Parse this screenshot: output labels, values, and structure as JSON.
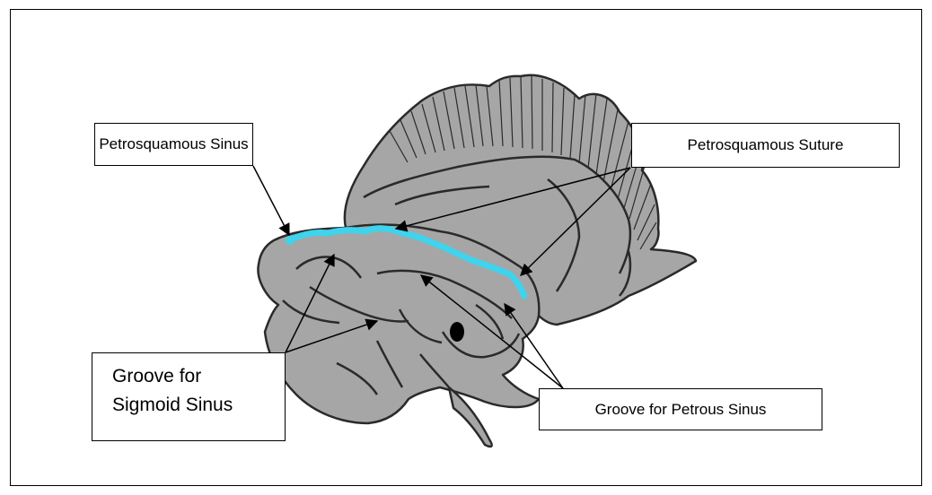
{
  "colors": {
    "bone_fill": "#a6a6a6",
    "outline": "#2a2a2a",
    "sinus_highlight": "#3fd3ee"
  },
  "labels": {
    "petrosquamous_sinus": "Petrosquamous Sinus",
    "petrosquamous_suture": "Petrosquamous Suture",
    "groove_sigmoid_line1": "Groove for",
    "groove_sigmoid_line2": "Sigmoid Sinus",
    "groove_petrous": "Groove for Petrous Sinus"
  }
}
